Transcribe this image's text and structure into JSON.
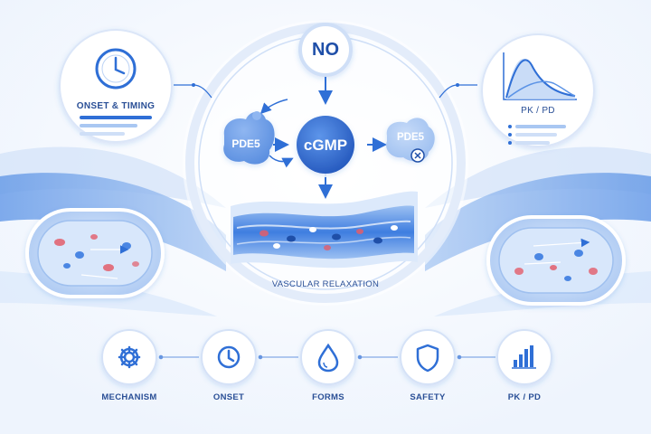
{
  "center": {
    "top_node": "NO",
    "core_node": "cGMP",
    "enzyme_left": "PDE5",
    "enzyme_right": "PDE5",
    "vessel_caption": "VASCULAR RELAXATION"
  },
  "panels": {
    "onset": {
      "title": "ONSET & TIMING",
      "icon": "clock-icon"
    },
    "pkpd": {
      "title": "PK / PD",
      "icon": "curve-chart-icon"
    }
  },
  "bottom_nav": [
    {
      "label": "MECHANISM",
      "icon": "gear-icon"
    },
    {
      "label": "ONSET",
      "icon": "clock-icon"
    },
    {
      "label": "FORMS",
      "icon": "droplet-icon"
    },
    {
      "label": "SAFETY",
      "icon": "shield-icon"
    },
    {
      "label": "PK / PD",
      "icon": "bar-chart-icon"
    }
  ],
  "colors": {
    "primary": "#2f6fd6",
    "deep": "#1f4fa8",
    "light": "#dbe8fb",
    "cell_red": "#e35d6a"
  }
}
